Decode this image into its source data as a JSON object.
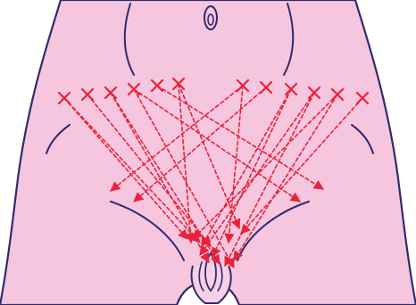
{
  "colors": {
    "background": "#ffffff",
    "skin": "#f6c6df",
    "outline": "#2e2b6e",
    "marker": "#e8223a",
    "genital_fill": "#f8cfe4"
  },
  "icons": {
    "injection_point": "x-mark-icon",
    "path_arrow": "dashed-arrow-icon"
  },
  "diagram": {
    "injection_point_count": 12,
    "path_count": 20,
    "path_line_style": "dashed"
  }
}
